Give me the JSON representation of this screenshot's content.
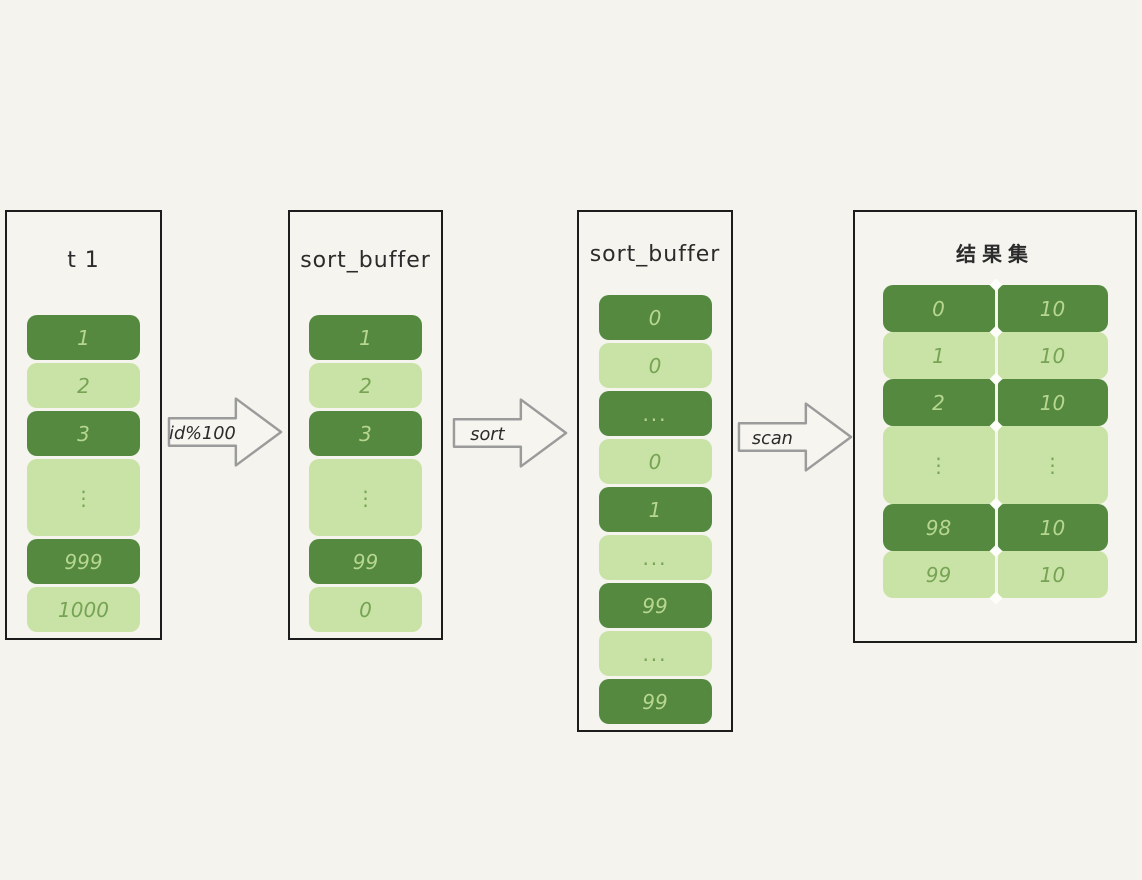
{
  "canvas": {
    "background": "#f4f3ed"
  },
  "colors": {
    "cell_dark": "#54893f",
    "cell_light": "#c9e3a6",
    "text_on_dark": "#b7d78f",
    "text_on_light": "#76a354",
    "panel_border": "#1c1c1c",
    "arrow_stroke": "#9b9b9b",
    "arrow_fill": "#f6f5f0",
    "diamond": "#fdfdfa"
  },
  "panels": [
    {
      "id": "t1",
      "title": "t 1",
      "type": "stack",
      "cells": [
        {
          "v": "1",
          "tone": "dark"
        },
        {
          "v": "2",
          "tone": "light"
        },
        {
          "v": "3",
          "tone": "dark"
        },
        {
          "v": "⋮",
          "tone": "light",
          "tall": true
        },
        {
          "v": "999",
          "tone": "dark"
        },
        {
          "v": "1000",
          "tone": "light"
        }
      ]
    },
    {
      "id": "sort-buffer-unsorted",
      "title": "sort_buffer",
      "type": "stack",
      "cells": [
        {
          "v": "1",
          "tone": "dark"
        },
        {
          "v": "2",
          "tone": "light"
        },
        {
          "v": "3",
          "tone": "dark"
        },
        {
          "v": "⋮",
          "tone": "light",
          "tall": true
        },
        {
          "v": "99",
          "tone": "dark"
        },
        {
          "v": "0",
          "tone": "light"
        }
      ]
    },
    {
      "id": "sort-buffer-sorted",
      "title": "sort_buffer",
      "type": "stack",
      "cells": [
        {
          "v": "0",
          "tone": "dark"
        },
        {
          "v": "0",
          "tone": "light"
        },
        {
          "v": "...",
          "tone": "dark",
          "dots": true
        },
        {
          "v": "0",
          "tone": "light"
        },
        {
          "v": "1",
          "tone": "dark"
        },
        {
          "v": "...",
          "tone": "light",
          "dots": true
        },
        {
          "v": "99",
          "tone": "dark"
        },
        {
          "v": "...",
          "tone": "light",
          "dots": true
        },
        {
          "v": "99",
          "tone": "dark"
        }
      ]
    },
    {
      "id": "result-set",
      "title": "结果集",
      "type": "pairs",
      "rows": [
        {
          "l": "0",
          "r": "10",
          "tone": "dark"
        },
        {
          "l": "1",
          "r": "10",
          "tone": "light"
        },
        {
          "l": "2",
          "r": "10",
          "tone": "dark"
        },
        {
          "l": "⋮",
          "r": "⋮",
          "tone": "light",
          "tall": true
        },
        {
          "l": "98",
          "r": "10",
          "tone": "dark"
        },
        {
          "l": "99",
          "r": "10",
          "tone": "light"
        }
      ]
    }
  ],
  "arrows": [
    {
      "label": "id%100"
    },
    {
      "label": "sort"
    },
    {
      "label": "scan"
    }
  ]
}
